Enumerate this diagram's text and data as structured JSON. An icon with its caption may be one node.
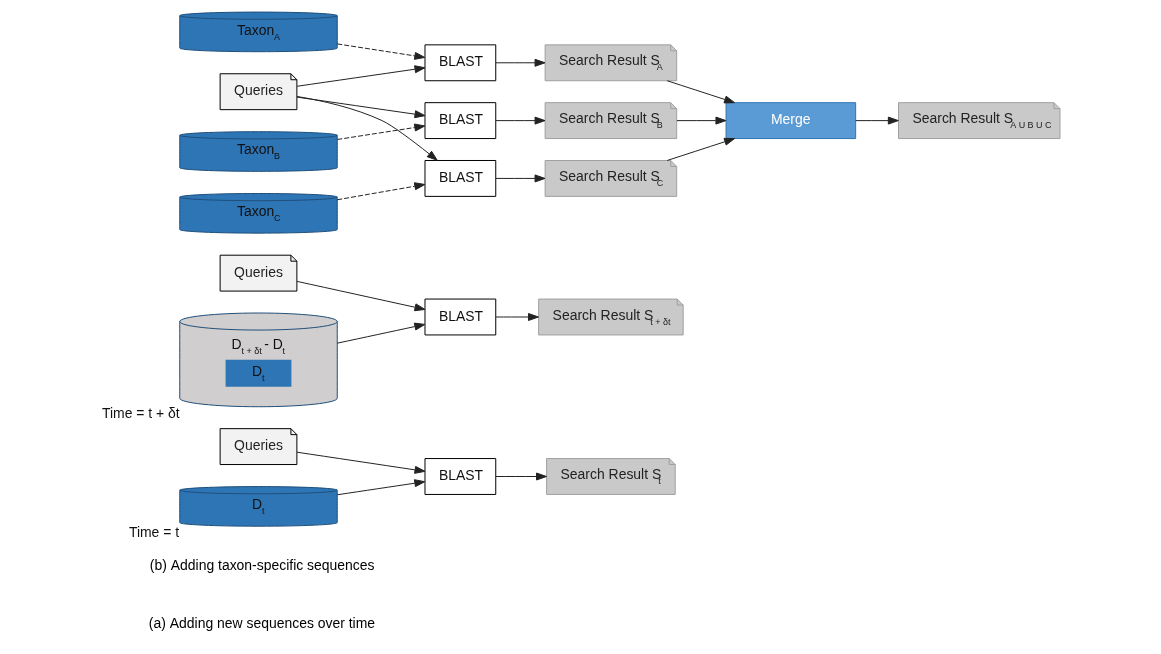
{
  "diagram": {
    "nodes": [
      {
        "text": [
          "Queries"
        ]
      },
      {
        "text": [
          "D$_{t}$"
        ],
        "beside": [
          "Time = t"
        ]
      },
      {
        "text": [
          "BLAST"
        ]
      },
      {
        "text": [
          "Search Result S$_{t}$"
        ]
      },
      {
        "text": [
          "Queries"
        ]
      },
      {
        "text": [
          "D$_{t + δt}$ - D$_{t}$",
          "D$_{t}$"
        ],
        "beside": [
          "Time = t + δt"
        ]
      },
      {
        "text": [
          "BLAST"
        ]
      },
      {
        "text": [
          "Search Result S$_{t + δt}$"
        ]
      },
      {
        "text": [
          "Queries"
        ]
      },
      {
        "text": [
          "Taxon$_{A}$"
        ]
      },
      {
        "text": [
          "Taxon$_{B}$"
        ]
      },
      {
        "text": [
          "Taxon$_{C}$"
        ]
      },
      {
        "text": [
          "BLAST"
        ]
      },
      {
        "text": [
          "BLAST"
        ]
      },
      {
        "text": [
          "BLAST"
        ]
      },
      {
        "text": [
          "Search Result S$_{A}$"
        ]
      },
      {
        "text": [
          "Search Result S$_{B}$"
        ]
      },
      {
        "text": [
          "Search Result S$_{C}$"
        ]
      },
      {
        "text": [
          "Merge"
        ]
      },
      {
        "text": [
          "Search Result S$_{A U B U C}$"
        ]
      }
    ],
    "edges": [
      {
        "from": 0,
        "to": 2,
        "arrow": "to"
      },
      {
        "from": 1,
        "to": 2,
        "arrow": "to"
      },
      {
        "from": 2,
        "to": 3,
        "arrow": "to"
      },
      {
        "from": 4,
        "to": 6,
        "arrow": "to"
      },
      {
        "from": 5,
        "to": 6,
        "arrow": "to"
      },
      {
        "from": 6,
        "to": 7,
        "arrow": "to"
      },
      {
        "from": 8,
        "to": 12,
        "arrow": "to"
      },
      {
        "from": 8,
        "to": 13,
        "arrow": "to"
      },
      {
        "from": 8,
        "to": 14,
        "arrow": "to"
      },
      {
        "from": 9,
        "to": 12,
        "arrow": "to",
        "style": "dashed"
      },
      {
        "from": 10,
        "to": 13,
        "arrow": "to",
        "style": "dashed"
      },
      {
        "from": 11,
        "to": 14,
        "arrow": "to",
        "style": "dashed"
      },
      {
        "from": 12,
        "to": 15,
        "arrow": "to"
      },
      {
        "from": 13,
        "to": 16,
        "arrow": "to"
      },
      {
        "from": 14,
        "to": 17,
        "arrow": "to"
      },
      {
        "from": 15,
        "to": 18,
        "arrow": "to"
      },
      {
        "from": 16,
        "to": 18,
        "arrow": "to"
      },
      {
        "from": 17,
        "to": 18,
        "arrow": "to"
      },
      {
        "from": 18,
        "to": 19,
        "arrow": "to"
      }
    ],
    "labels": [
      "(a) Adding new sequences over time",
      "(b) Adding taxon-specific sequences"
    ]
  }
}
